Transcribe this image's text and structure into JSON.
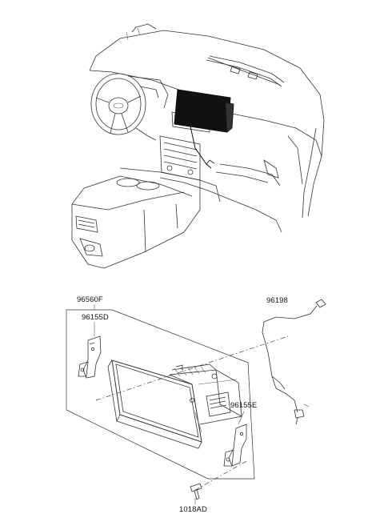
{
  "parts": {
    "head_unit_assy": "96560F",
    "bracket_left": "96155D",
    "bracket_right": "96155E",
    "antenna_cable": "96198",
    "screw": "1018AD"
  }
}
